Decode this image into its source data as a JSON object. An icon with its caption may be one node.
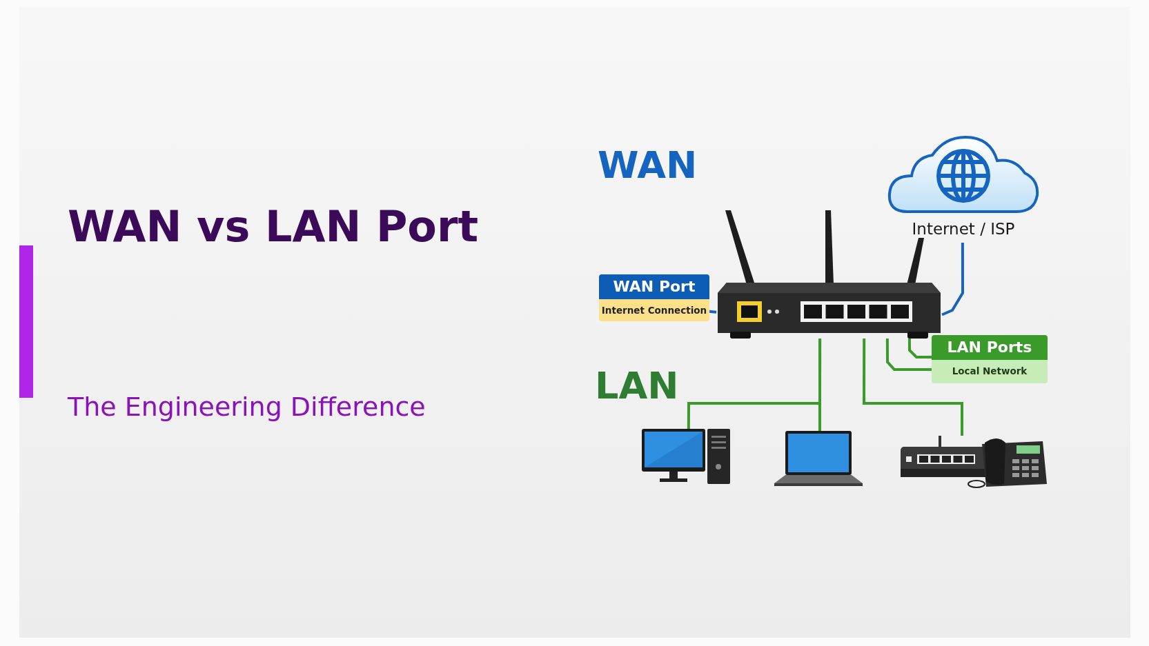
{
  "diagram": {
    "title": "WAN vs LAN Port",
    "nodes": [
      {
        "text": [
          "Internet / ISP"
        ]
      },
      {
        "text": [
          "WAN Port",
          "Internet Connection"
        ]
      },
      {
        "text": [],
        "shape": "picture"
      },
      {
        "text": [
          "LAN Ports",
          "Local Network"
        ]
      },
      {
        "text": [],
        "shape": "picture"
      },
      {
        "text": [],
        "shape": "picture"
      },
      {
        "text": [],
        "shape": "picture"
      }
    ],
    "edges": [
      {
        "from": 0,
        "to": 2,
        "arrow": "none",
        "color": "#1565c0"
      },
      {
        "from": 1,
        "to": 2,
        "arrow": "none",
        "color": "#1565c0"
      },
      {
        "from": 2,
        "to": 3,
        "arrow": "none"
      },
      {
        "from": 2,
        "to": 3,
        "arrow": "none"
      },
      {
        "from": 2,
        "to": 4,
        "arrow": "none"
      },
      {
        "from": 2,
        "to": 5,
        "arrow": "none"
      },
      {
        "from": 2,
        "to": 6,
        "arrow": "none"
      }
    ],
    "labels": [
      "WAN",
      "LAN",
      "The Engineering Difference"
    ]
  }
}
